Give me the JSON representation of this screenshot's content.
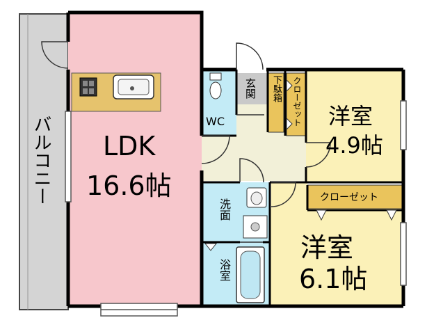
{
  "rooms": {
    "balcony": {
      "label": "バルコニー"
    },
    "ldk": {
      "label": "LDK",
      "size": "16.6帖",
      "color": "#f7c7cc"
    },
    "wc": {
      "label": "WC"
    },
    "entrance": {
      "label": "玄関"
    },
    "shoe_box": {
      "label": "下駄箱"
    },
    "closet_1": {
      "label": "クローゼット"
    },
    "western_1": {
      "label": "洋室",
      "size": "4.9帖",
      "color": "#fbf1b8"
    },
    "closet_2": {
      "label": "クローゼット"
    },
    "western_2": {
      "label": "洋室",
      "size": "6.1帖",
      "color": "#fbf1b8"
    },
    "washroom": {
      "label": "洗面",
      "color": "#c3ebf6"
    },
    "bath": {
      "label": "浴室",
      "color": "#c3ebf6"
    }
  },
  "colors": {
    "wall": "#000000",
    "balcony": "#d4d4d4",
    "hall": "#f2f0d8",
    "counter": "#e6c36d",
    "closet": "#eac45c"
  }
}
